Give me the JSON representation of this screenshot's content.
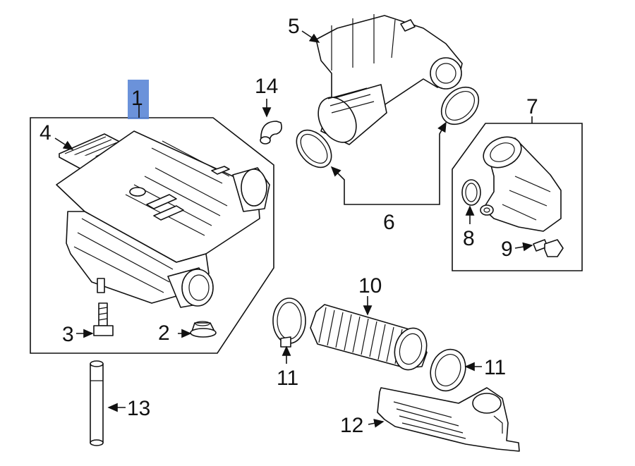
{
  "callouts": [
    {
      "id": "c1",
      "text": "1",
      "highlighted": true
    },
    {
      "id": "c2",
      "text": "2"
    },
    {
      "id": "c3",
      "text": "3"
    },
    {
      "id": "c4",
      "text": "4"
    },
    {
      "id": "c5",
      "text": "5"
    },
    {
      "id": "c6",
      "text": "6"
    },
    {
      "id": "c7",
      "text": "7"
    },
    {
      "id": "c8",
      "text": "8"
    },
    {
      "id": "c9",
      "text": "9"
    },
    {
      "id": "c10",
      "text": "10"
    },
    {
      "id": "c11a",
      "text": "11"
    },
    {
      "id": "c11b",
      "text": "11"
    },
    {
      "id": "c12",
      "text": "12"
    },
    {
      "id": "c13",
      "text": "13"
    },
    {
      "id": "c14",
      "text": "14"
    }
  ],
  "colors": {
    "highlight": "#5b86d6",
    "line": "#111111",
    "background": "#ffffff"
  }
}
